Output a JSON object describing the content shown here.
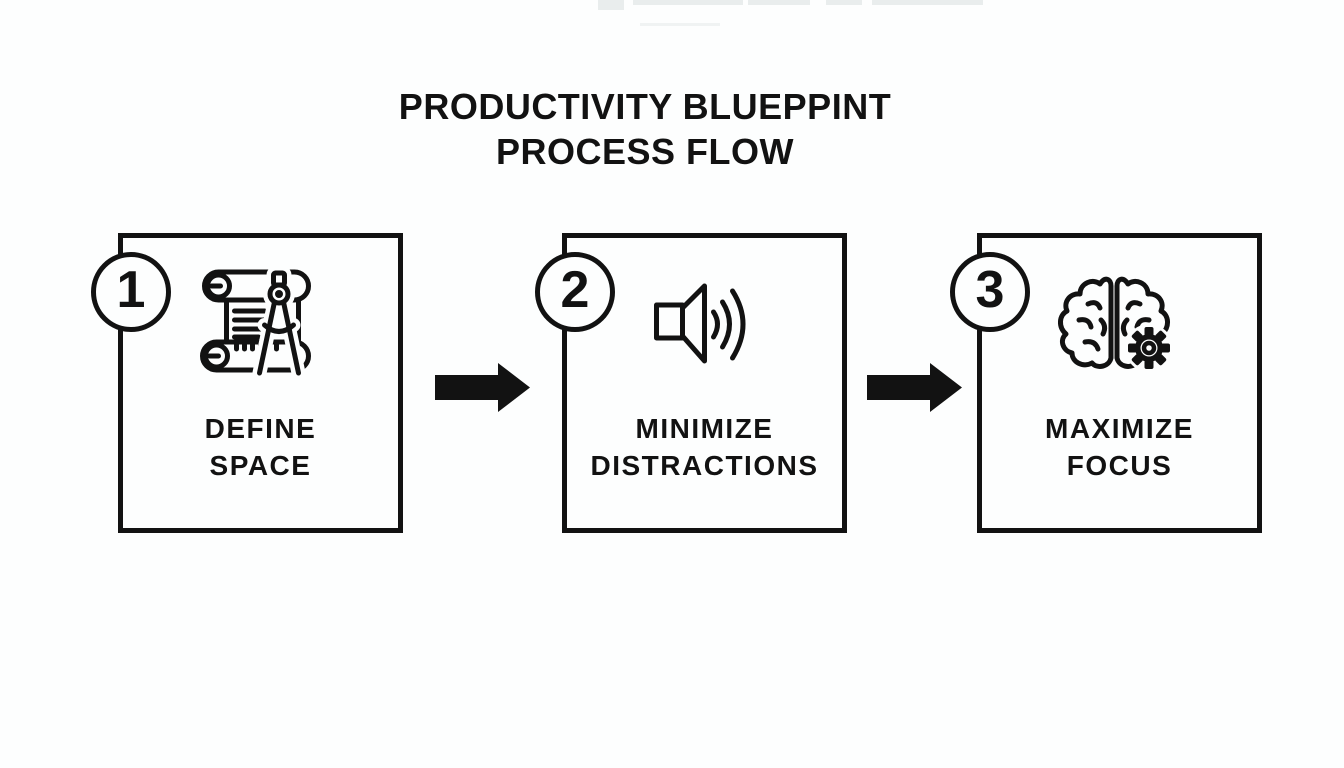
{
  "colors": {
    "background": "#fdfefe",
    "ink": "#121212"
  },
  "title": {
    "line1": "PRODUCTIVITY BLUEPPINT",
    "line2": "PROCESS FLOW"
  },
  "steps": [
    {
      "number": "1",
      "label_line1": "DEFINE",
      "label_line2": "SPACE",
      "icon": "blueprint-compass-icon"
    },
    {
      "number": "2",
      "label_line1": "MINIMIZE",
      "label_line2": "DISTRACTIONS",
      "icon": "speaker-sound-waves-icon"
    },
    {
      "number": "3",
      "label_line1": "MAXIMIZE",
      "label_line2": "FOCUS",
      "icon": "brain-gear-icon"
    }
  ],
  "connectors": [
    {
      "type": "arrow-right"
    },
    {
      "type": "arrow-right"
    }
  ]
}
